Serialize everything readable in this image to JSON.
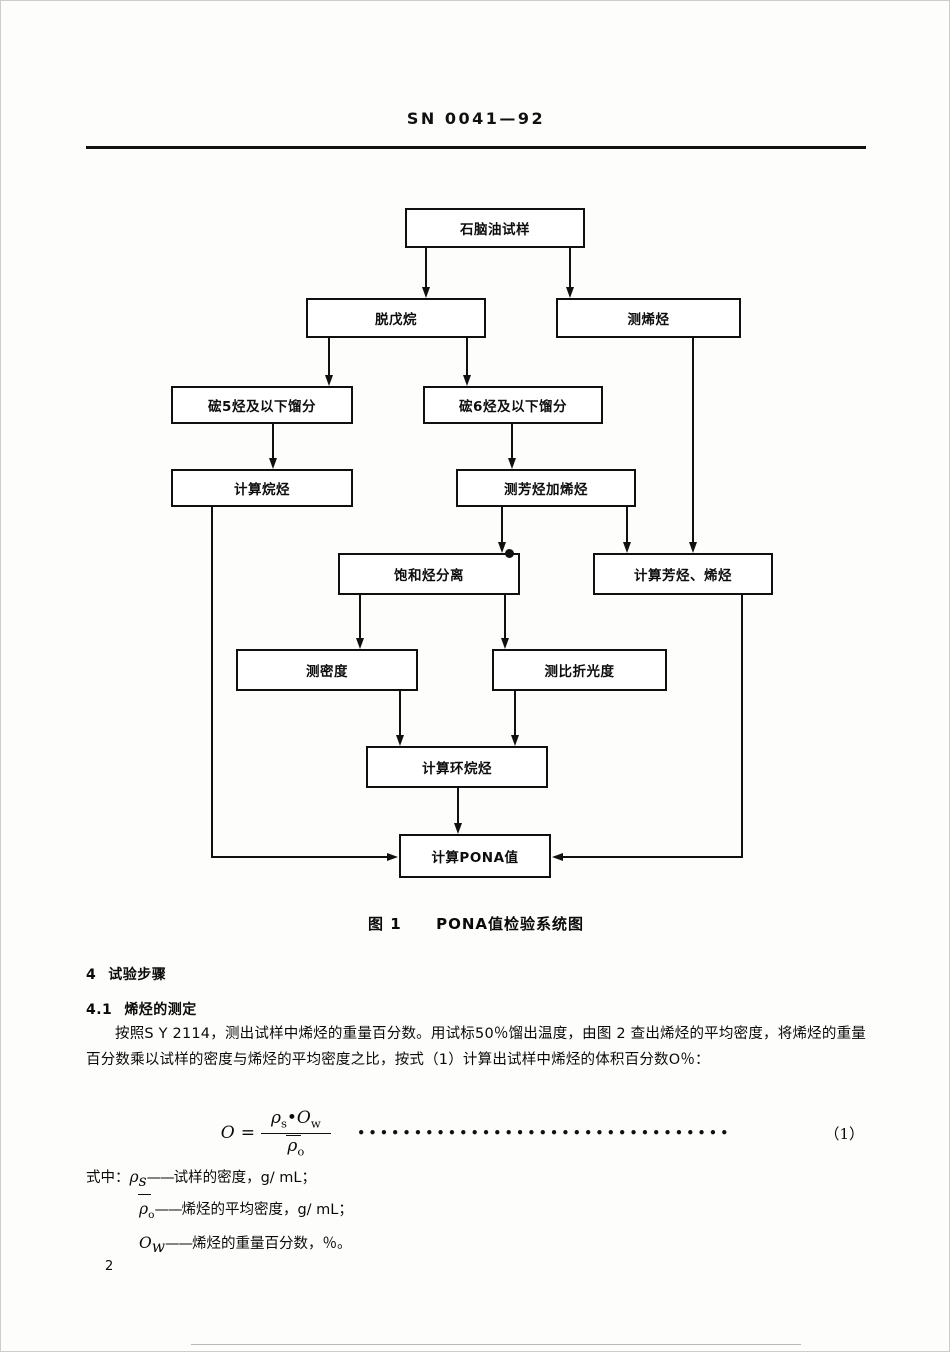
{
  "header": {
    "standard_number": "SN 0041—92"
  },
  "flowchart": {
    "caption_label": "图 1",
    "caption_title": "PONA值检验系统图",
    "nodes": [
      {
        "id": "sample",
        "label": "石脑油试样"
      },
      {
        "id": "depentanize",
        "label": "脱戊烷"
      },
      {
        "id": "olefins",
        "label": "测烯烃"
      },
      {
        "id": "c5cut",
        "label": "硡5烃及以下馏分"
      },
      {
        "id": "c6cut",
        "label": "硡6烃及以下馏分"
      },
      {
        "id": "calc-alkane",
        "label": "计算烷烃"
      },
      {
        "id": "arom-olef",
        "label": "测芳烃加烯烃"
      },
      {
        "id": "sat-sep",
        "label": "饱和烃分离"
      },
      {
        "id": "calc-ar-ol",
        "label": "计算芳烃、烯烃"
      },
      {
        "id": "density",
        "label": "测密度"
      },
      {
        "id": "refract",
        "label": "测比折光度"
      },
      {
        "id": "calc-naph",
        "label": "计算环烷烃"
      },
      {
        "id": "calc-pona",
        "label": "计算PONA值"
      }
    ]
  },
  "sections": {
    "sec4_num": "4",
    "sec4_title": "试验步骤",
    "sec41_num": "4.1",
    "sec41_title": "烯烃的测定",
    "para": "按照S Y  2114，测出试样中烯烃的重量百分数。用试标50％馏出温度，由图 2 查出烯烃的平均密度，将烯烃的重量百分数乘以试样的密度与烯烃的平均密度之比，按式（1）计算出试样中烯烃的体积百分数O％："
  },
  "formula": {
    "lhs": "O",
    "equals": "=",
    "numerator_rho": "ρ",
    "numerator_rho_sub": "s",
    "numerator_dot": "•",
    "numerator_o": "O",
    "numerator_o_sub": "w",
    "denominator_rho": "ρ",
    "denominator_rho_sub": "o",
    "leader_dots": "•••••••••••••••••••••••••••••••••",
    "number": "（1）"
  },
  "where": {
    "lead": "式中：",
    "items": [
      {
        "sym": "ρ",
        "sub": "s",
        "overline": false,
        "dash": "——",
        "desc": "试样的密度，g/ mL；"
      },
      {
        "sym": "ρ",
        "sub": "o",
        "overline": true,
        "dash": "——",
        "desc": "烯烃的平均密度，g/ mL；"
      },
      {
        "sym": "O",
        "sub": "w",
        "overline": false,
        "dash": "——",
        "desc": "烯烃的重量百分数，％。"
      }
    ]
  },
  "footer": {
    "page_number": "2"
  },
  "colors": {
    "ink": "#101010",
    "paper": "#fdfdfb"
  }
}
